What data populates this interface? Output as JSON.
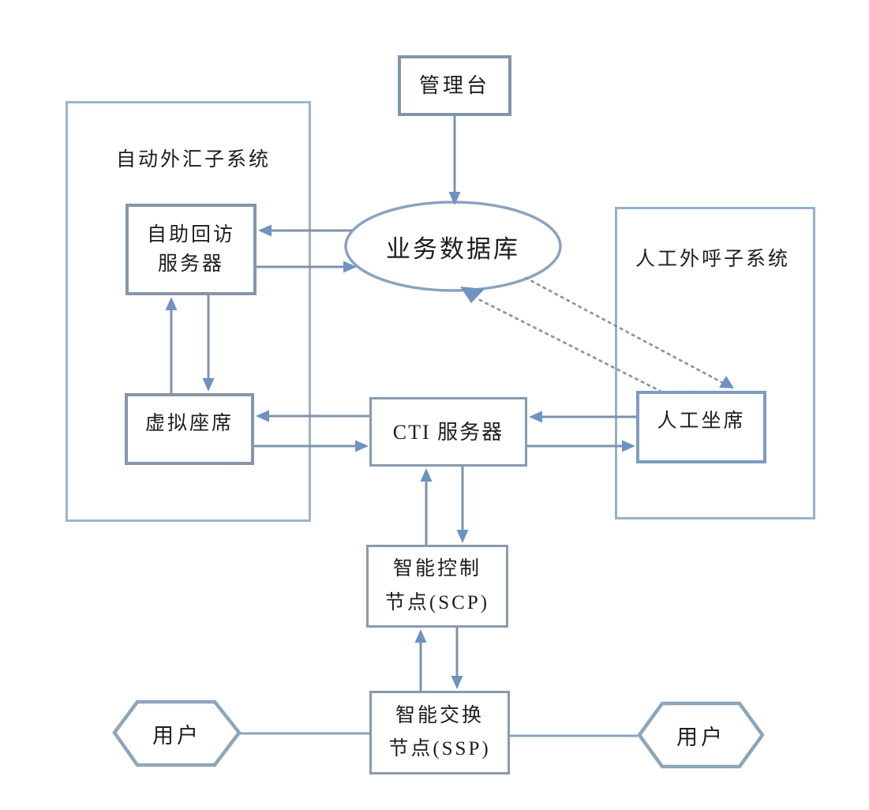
{
  "diagram": {
    "type": "flowchart",
    "language": "zh-CN",
    "palette": {
      "node_border": "#8496aa",
      "manual_agent_border": "#7d9cc2",
      "container_border": "#95b3cd",
      "connector_line": "#7e93a8",
      "arrow_fill": "#6e93c1",
      "dotted_line": "#9b948a",
      "hexagon_border": "#8ea6ba",
      "ellipse_border": "#8ba3bf",
      "text": "#1d1d1d",
      "background": "#ffffff"
    },
    "containers": {
      "auto_outbound": {
        "label": "自动外汇子系统"
      },
      "manual_outbound": {
        "label": "人工外呼子系统"
      }
    },
    "nodes": {
      "console": {
        "label": "管理台",
        "shape": "rectangle"
      },
      "database": {
        "label": "业务数据库",
        "shape": "ellipse"
      },
      "callback_server": {
        "label": "自助回访\n服务器",
        "shape": "rectangle"
      },
      "virtual_agent": {
        "label": "虚拟座席",
        "shape": "rectangle"
      },
      "manual_agent": {
        "label": "人工坐席",
        "shape": "rectangle"
      },
      "cti_server": {
        "label": "CTI 服务器",
        "shape": "rectangle"
      },
      "scp_node": {
        "label": "智能控制\n节点(SCP)",
        "shape": "rectangle"
      },
      "ssp_node": {
        "label": "智能交换\n节点(SSP)",
        "shape": "rectangle"
      },
      "user_left": {
        "label": "用户",
        "shape": "hexagon"
      },
      "user_right": {
        "label": "用户",
        "shape": "hexagon"
      }
    },
    "connections": [
      {
        "from": "console",
        "to": "database",
        "style": "solid",
        "arrow": "to"
      },
      {
        "from": "database",
        "to": "callback_server",
        "style": "solid",
        "arrow": "to"
      },
      {
        "from": "callback_server",
        "to": "database",
        "style": "solid",
        "arrow": "to"
      },
      {
        "from": "virtual_agent",
        "to": "callback_server",
        "style": "solid",
        "arrow": "to"
      },
      {
        "from": "callback_server",
        "to": "virtual_agent",
        "style": "solid",
        "arrow": "to"
      },
      {
        "from": "cti_server",
        "to": "virtual_agent",
        "style": "solid",
        "arrow": "to"
      },
      {
        "from": "virtual_agent",
        "to": "cti_server",
        "style": "solid",
        "arrow": "to"
      },
      {
        "from": "manual_agent",
        "to": "cti_server",
        "style": "solid",
        "arrow": "to"
      },
      {
        "from": "cti_server",
        "to": "manual_agent",
        "style": "solid",
        "arrow": "to"
      },
      {
        "from": "scp_node",
        "to": "cti_server",
        "style": "solid",
        "arrow": "to"
      },
      {
        "from": "cti_server",
        "to": "scp_node",
        "style": "solid",
        "arrow": "to"
      },
      {
        "from": "ssp_node",
        "to": "scp_node",
        "style": "solid",
        "arrow": "to"
      },
      {
        "from": "scp_node",
        "to": "ssp_node",
        "style": "solid",
        "arrow": "to"
      },
      {
        "from": "manual_agent",
        "to": "database",
        "style": "dotted",
        "arrow": "to"
      },
      {
        "from": "database",
        "to": "manual_agent",
        "style": "dotted",
        "arrow": "to"
      },
      {
        "from": "user_left",
        "to": "ssp_node",
        "style": "solid",
        "arrow": "none"
      },
      {
        "from": "ssp_node",
        "to": "user_right",
        "style": "solid",
        "arrow": "none"
      }
    ]
  }
}
